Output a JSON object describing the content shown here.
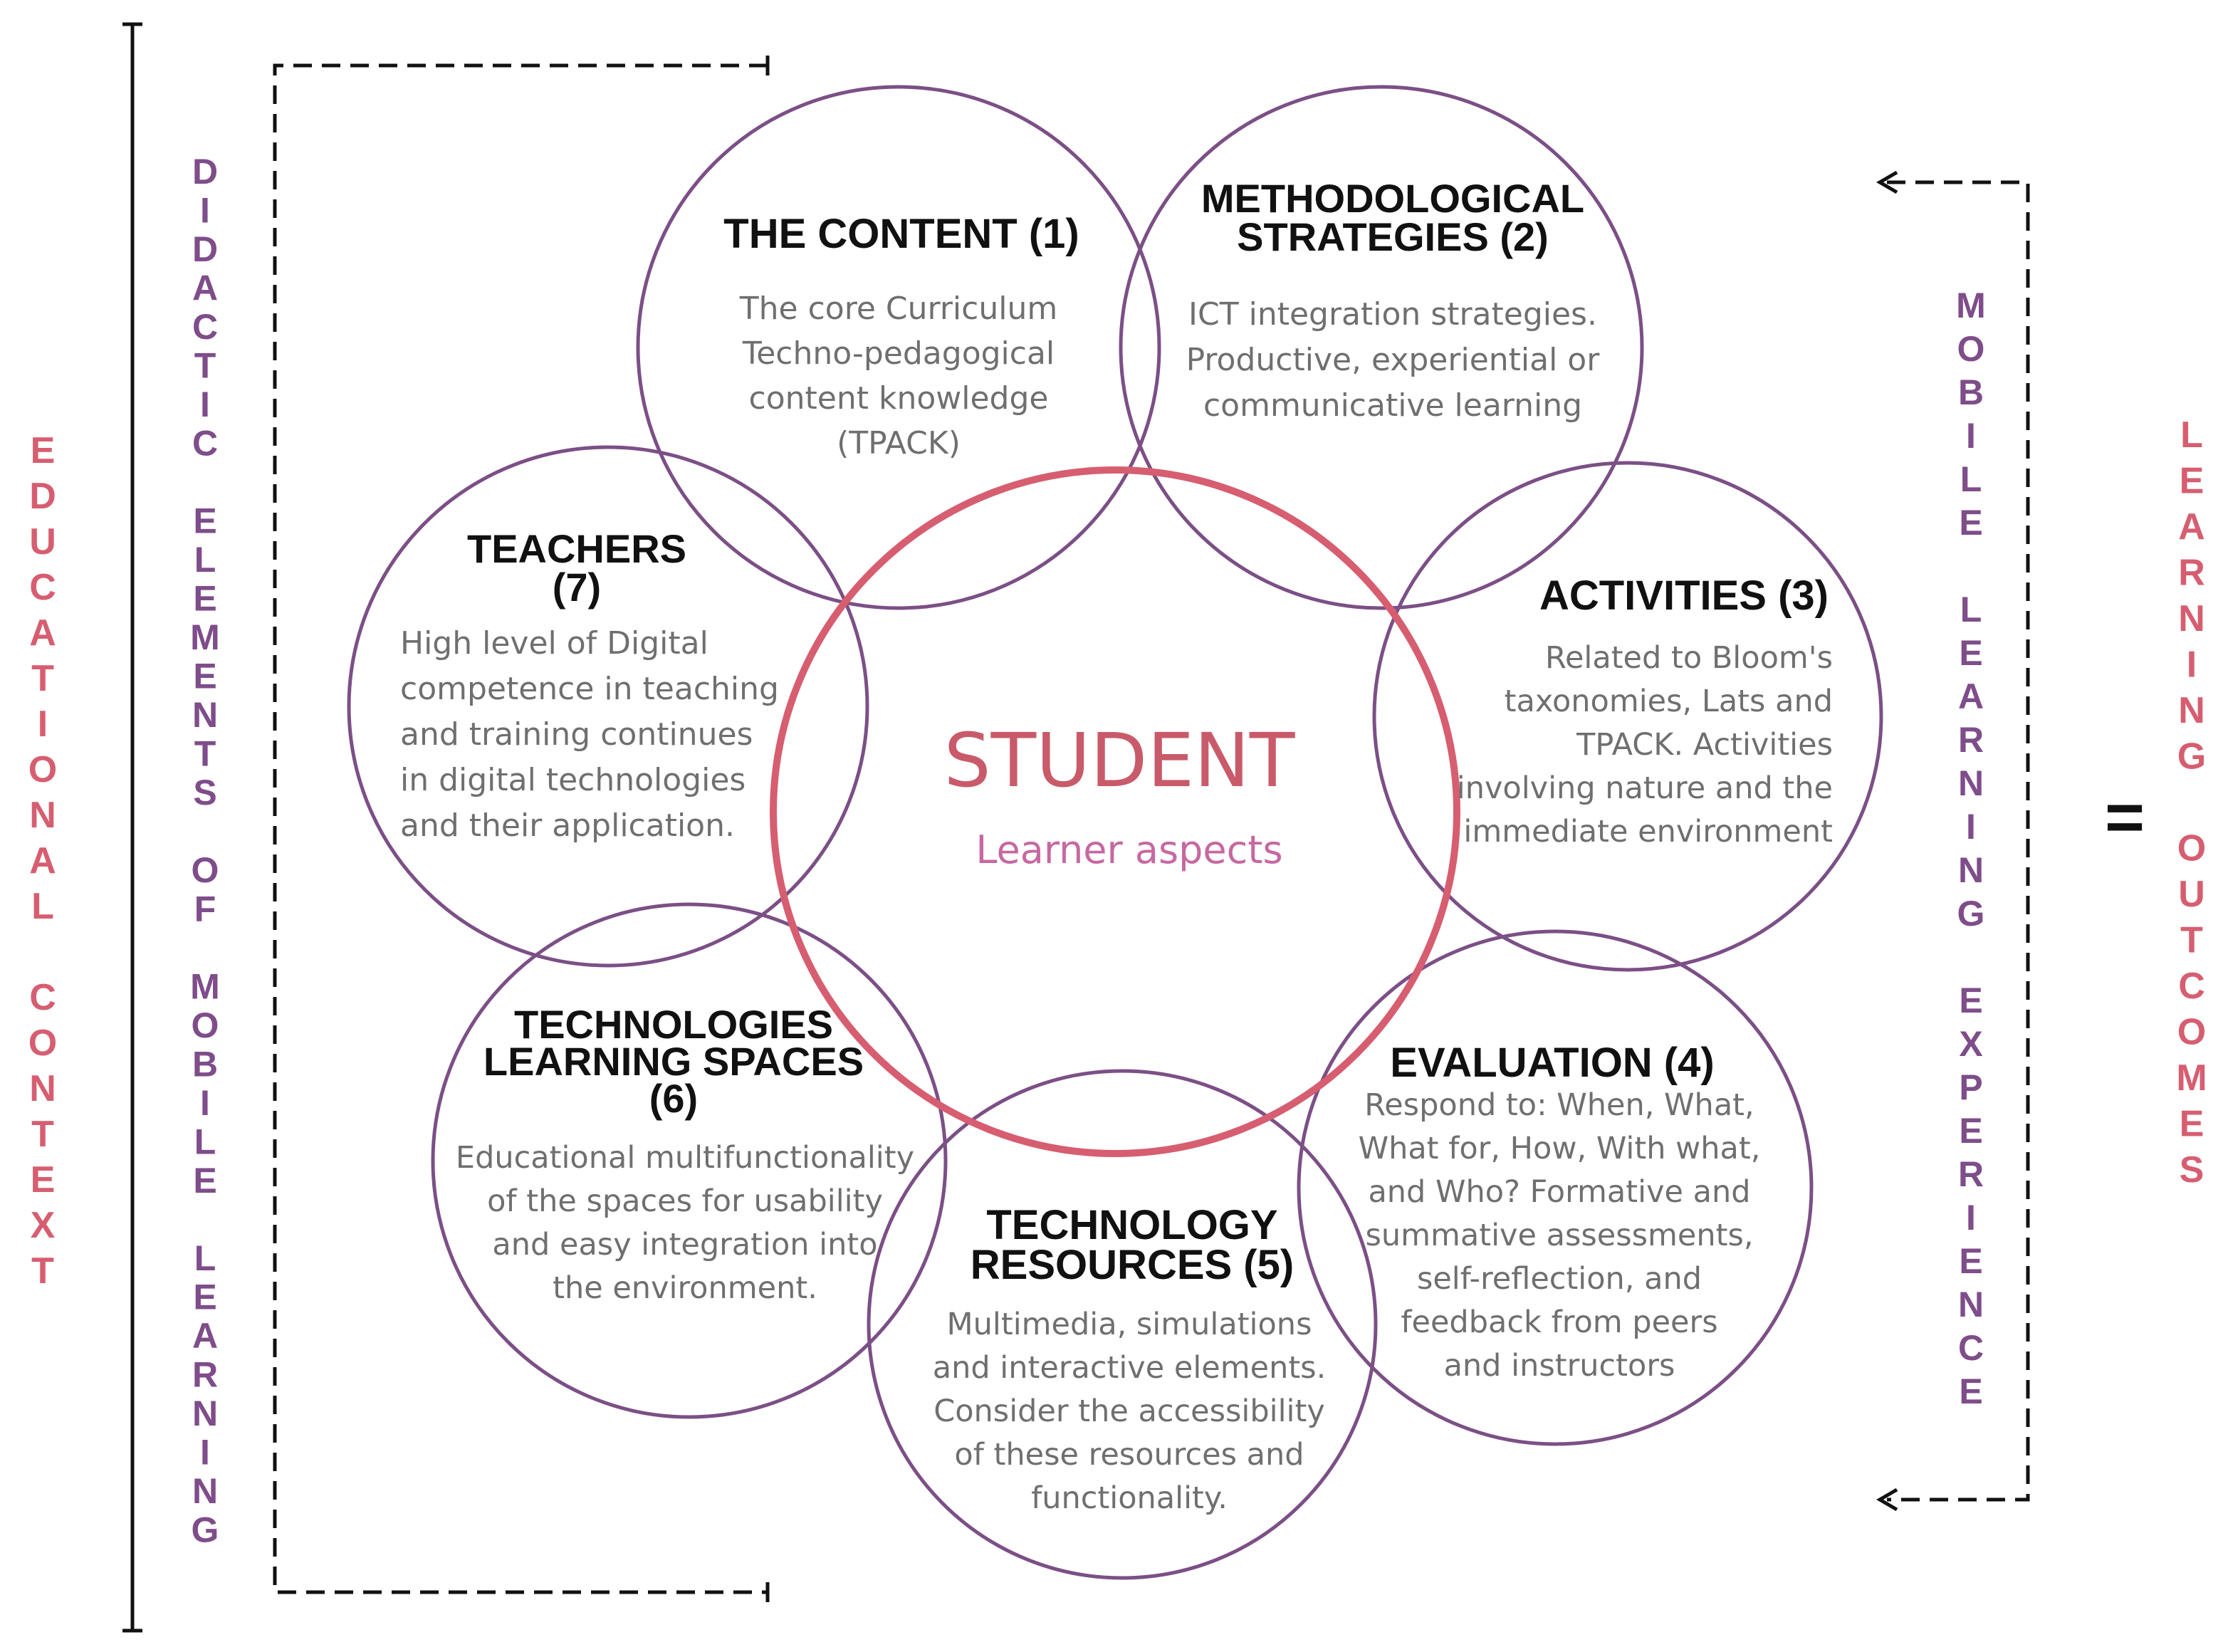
{
  "colors": {
    "circle_stroke": "#7c4f86",
    "center_stroke": "#d65e70",
    "pink_text": "#d65e70",
    "purple_text": "#7e4d8a",
    "body_text": "#6f6f6f",
    "title_text": "#111111"
  },
  "left_label": "EDUCATIONAL CONTEXT",
  "didactic_label": "DIDACTIC ELEMENTS OF MOBILE LEARNING",
  "mobile_label": "MOBILE LEARNING EXPERIENCE",
  "right_label": "LEARNING OUTCOMES",
  "equals_sign": "=",
  "center": {
    "title": "STUDENT",
    "subtitle": "Learner aspects"
  },
  "elements": [
    {
      "id": "content",
      "title_lines": [
        "THE CONTENT (1)"
      ],
      "body_lines": [
        "The core Curriculum",
        "Techno-pedagogical",
        "content knowledge",
        "(TPACK)"
      ]
    },
    {
      "id": "methodological",
      "title_lines": [
        "METHODOLOGICAL",
        "STRATEGIES (2)"
      ],
      "body_lines": [
        "ICT integration strategies.",
        "Productive, experiential or",
        "communicative learning"
      ]
    },
    {
      "id": "activities",
      "title_lines": [
        "ACTIVITIES (3)"
      ],
      "body_lines": [
        "Related to Bloom's",
        "taxonomies, Lats and",
        "TPACK. Activities",
        "involving nature and the",
        "immediate environment"
      ]
    },
    {
      "id": "evaluation",
      "title_lines": [
        "EVALUATION (4)"
      ],
      "body_lines": [
        "Respond to: When, What,",
        "What for, How, With what,",
        "and Who?  Formative and",
        "summative assessments,",
        "self-reflection, and",
        "feedback from peers",
        "and instructors"
      ]
    },
    {
      "id": "technology-resources",
      "title_lines": [
        "TECHNOLOGY",
        "RESOURCES (5)"
      ],
      "body_lines": [
        "Multimedia, simulations",
        "and interactive elements.",
        "Consider the accessibility",
        "of these resources and",
        "functionality."
      ]
    },
    {
      "id": "learning-spaces",
      "title_lines": [
        "TECHNOLOGIES",
        "LEARNING SPACES",
        "(6)"
      ],
      "body_lines": [
        "Educational multifunctionality",
        "of the spaces for usability",
        "and easy integration into",
        "the environment."
      ]
    },
    {
      "id": "teachers",
      "title_lines": [
        "TEACHERS",
        "(7)"
      ],
      "body_lines": [
        "High level of Digital",
        "competence in teaching",
        "and training continues",
        "in digital technologies",
        "and their application."
      ]
    }
  ]
}
